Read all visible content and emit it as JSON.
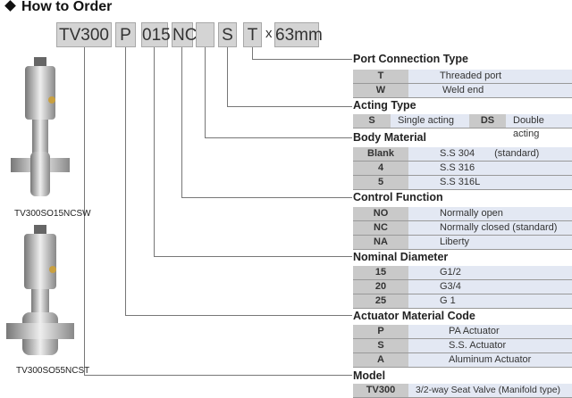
{
  "title": "How to Order",
  "code_boxes": [
    "TV300",
    "P",
    "015",
    "NC",
    "",
    "S",
    "T"
  ],
  "times": "x",
  "length": "63mm",
  "sections": {
    "port": {
      "heading": "Port Connection Type",
      "rows": [
        {
          "code": "T",
          "desc": "Threaded port"
        },
        {
          "code": "W",
          "desc": "Weld end"
        }
      ]
    },
    "acting": {
      "heading": "Acting Type",
      "rows": [
        {
          "code": "S",
          "desc": "Single acting",
          "code2": "DS",
          "desc2": "Double acting"
        }
      ]
    },
    "body": {
      "heading": "Body Material",
      "rows": [
        {
          "code": "Blank",
          "desc": "S.S 304",
          "note": "(standard)"
        },
        {
          "code": "4",
          "desc": "S.S 316"
        },
        {
          "code": "5",
          "desc": "S.S 316L"
        }
      ]
    },
    "control": {
      "heading": "Control Function",
      "rows": [
        {
          "code": "NO",
          "desc": "Normally open"
        },
        {
          "code": "NC",
          "desc": "Normally closed (standard)"
        },
        {
          "code": "NA",
          "desc": "Liberty"
        }
      ]
    },
    "diameter": {
      "heading": "Nominal Diameter",
      "rows": [
        {
          "code": "15",
          "desc": "G1/2"
        },
        {
          "code": "20",
          "desc": "G3/4"
        },
        {
          "code": "25",
          "desc": "G 1"
        }
      ]
    },
    "actuator": {
      "heading": "Actuator Material Code",
      "rows": [
        {
          "code": "P",
          "desc": "PA Actuator"
        },
        {
          "code": "S",
          "desc": "S.S. Actuator"
        },
        {
          "code": "A",
          "desc": "Aluminum Actuator"
        }
      ]
    },
    "model": {
      "heading": "Model",
      "rows": [
        {
          "code": "TV300",
          "desc": "3/2-way Seat Valve (Manifold type)"
        }
      ]
    }
  },
  "images": [
    {
      "caption": "TV300SO15NCSW"
    },
    {
      "caption": "TV300SO55NCST"
    }
  ]
}
